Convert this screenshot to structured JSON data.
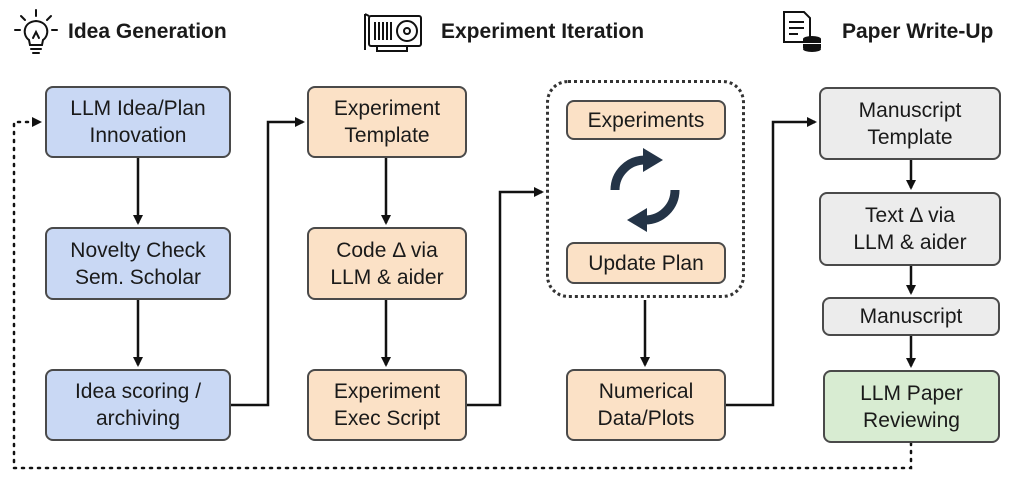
{
  "headers": {
    "idea": "Idea Generation",
    "experiment": "Experiment Iteration",
    "paper": "Paper Write-Up"
  },
  "icons": {
    "idea": "lightbulb-icon",
    "experiment": "gpu-card-icon",
    "paper": "document-database-icon",
    "loop": "refresh-cycle-icon"
  },
  "colors": {
    "idea_fill": "#c9d8f4",
    "experiment_fill": "#fbe1c6",
    "writeup_fill": "#ececec",
    "review_fill": "#d8ecd2",
    "loop_icon": "#243447",
    "stroke": "#111111"
  },
  "nodes": {
    "llm_idea": "LLM Idea/Plan\nInnovation",
    "novelty": "Novelty Check\nSem. Scholar",
    "scoring": "Idea scoring /\narchiving",
    "exp_template": "Experiment\nTemplate",
    "code_delta": "Code Δ via\nLLM & aider",
    "exec_script": "Experiment\nExec Script",
    "experiments": "Experiments",
    "update_plan": "Update Plan",
    "numerical": "Numerical\nData/Plots",
    "manuscript_template": "Manuscript\nTemplate",
    "text_delta": "Text Δ via\nLLM & aider",
    "manuscript": "Manuscript",
    "review": "LLM Paper\nReviewing"
  }
}
